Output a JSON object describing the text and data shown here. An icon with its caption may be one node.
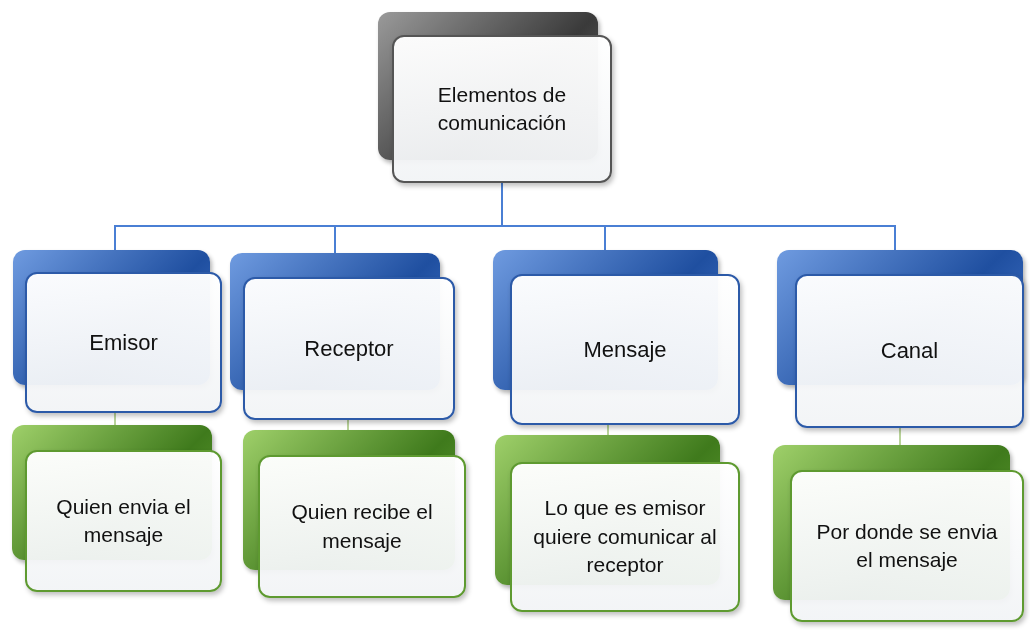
{
  "diagram": {
    "nodes": [
      {
        "text": [
          "Elementos de comunicación"
        ]
      },
      {
        "text": [
          "Emisor"
        ]
      },
      {
        "text": [
          "Receptor"
        ]
      },
      {
        "text": [
          "Mensaje"
        ]
      },
      {
        "text": [
          "Canal"
        ]
      },
      {
        "text": [
          "Quien envia el mensaje"
        ]
      },
      {
        "text": [
          "Quien recibe el mensaje"
        ]
      },
      {
        "text": [
          "Lo que es emisor quiere comunicar al receptor"
        ]
      },
      {
        "text": [
          "Por donde se envia el mensaje"
        ]
      }
    ],
    "edges": [
      {
        "from": 0,
        "to": 1,
        "arrow": "none"
      },
      {
        "from": 0,
        "to": 2,
        "arrow": "none"
      },
      {
        "from": 0,
        "to": 3,
        "arrow": "none"
      },
      {
        "from": 0,
        "to": 4,
        "arrow": "none"
      },
      {
        "from": 1,
        "to": 5,
        "arrow": "none",
        "color": "#b9d39a"
      },
      {
        "from": 2,
        "to": 6,
        "arrow": "none",
        "color": "#b9d39a"
      },
      {
        "from": 3,
        "to": 7,
        "arrow": "none",
        "color": "#b9d39a"
      },
      {
        "from": 4,
        "to": 8,
        "arrow": "none",
        "color": "#b9d39a"
      }
    ]
  }
}
